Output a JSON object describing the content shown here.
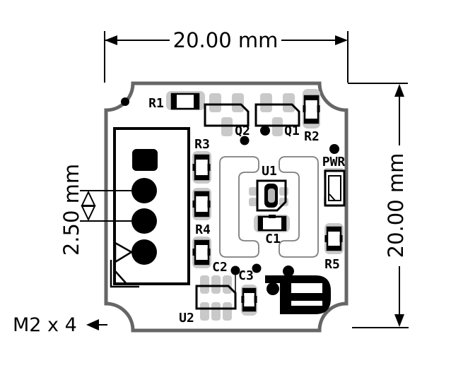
{
  "drawing": {
    "title": "pcb-mechanical-drawing-20x20mm",
    "dimensions": {
      "width_label": "20.00 mm",
      "height_label": "20.00 mm",
      "pin_pitch_label": "2.50 mm",
      "mounting_note": "M2 x 4"
    },
    "labels": {
      "r1": "R1",
      "r2": "R2",
      "r3": "R3",
      "r4": "R4",
      "r5": "R5",
      "q1": "Q1",
      "q2": "Q2",
      "c1": "C1",
      "c2": "C2",
      "c3": "C3",
      "u1": "U1",
      "u2": "U2",
      "pwr": "PWR"
    },
    "colors": {
      "board_edge": "#666666",
      "silkscreen": "#7e7e7e",
      "pad_gray": "#c9c9c9",
      "ink": "#000000",
      "background": "#ffffff"
    }
  }
}
